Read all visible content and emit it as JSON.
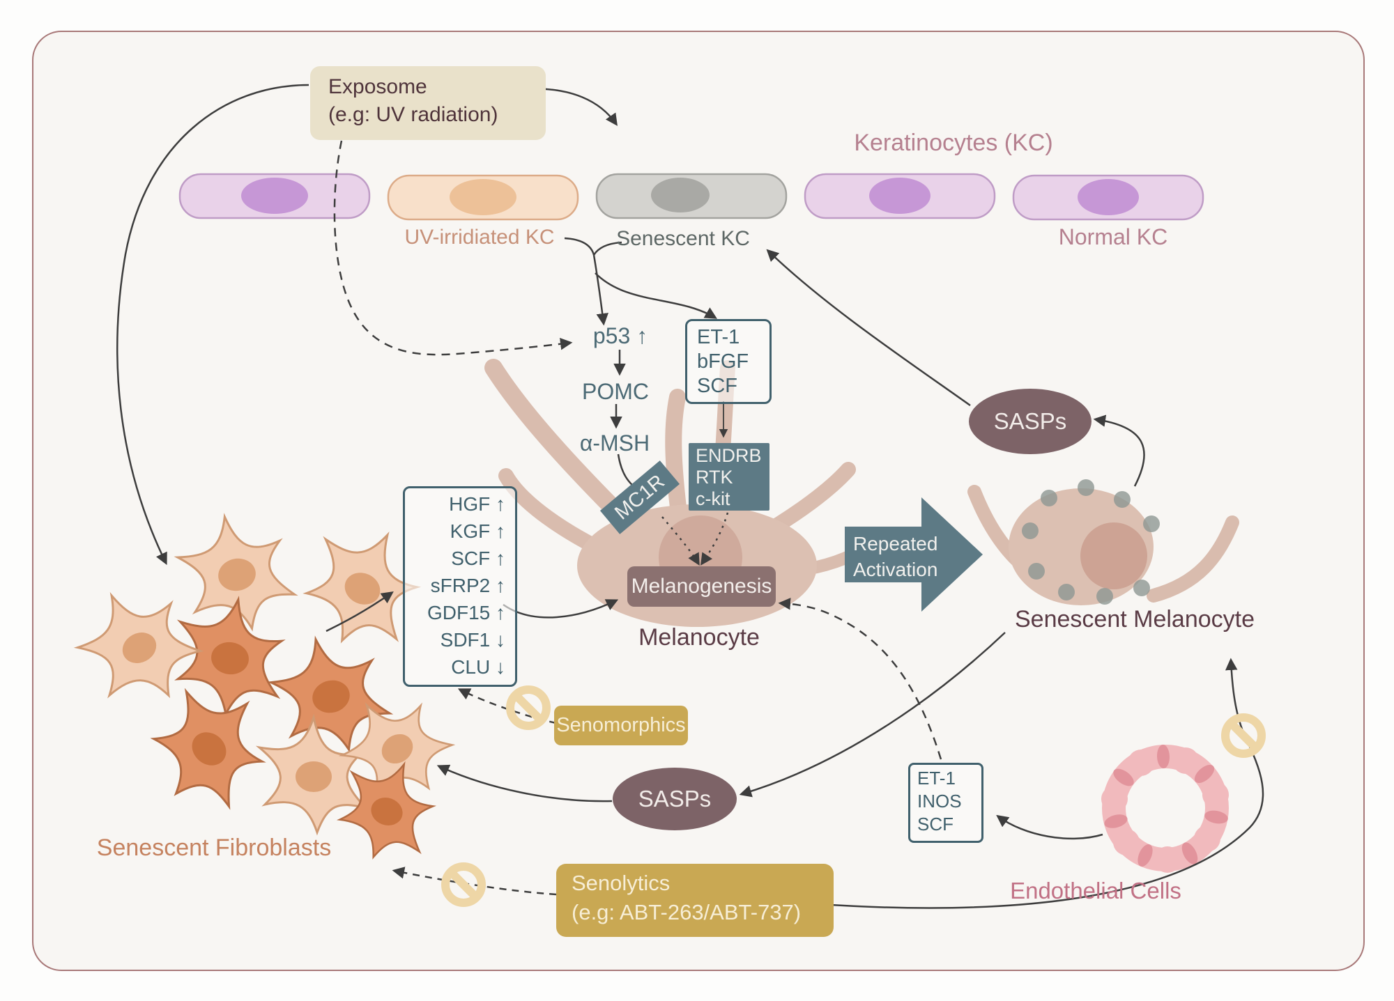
{
  "exposome": {
    "line1": "Exposome",
    "line2": "(e.g: UV radiation)"
  },
  "keratinocytes": {
    "title": "Keratinocytes (KC)",
    "uv_label": "UV-irridiated KC",
    "senescent_label": "Senescent KC",
    "normal_label": "Normal KC"
  },
  "pathway": {
    "p53": "p53 ↑",
    "pomc": "POMC",
    "amsh": "α-MSH",
    "mc1r": "MC1R",
    "kc_factors": [
      "ET-1",
      "bFGF",
      "SCF"
    ],
    "receptors": [
      "ENDRB",
      "RTK",
      "c-kit"
    ],
    "melanogenesis": "Melanogenesis",
    "melanocyte_label": "Melanocyte"
  },
  "fibroblast_factors": [
    "HGF ↑",
    "KGF ↑",
    "SCF ↑",
    "sFRP2 ↑",
    "GDF15 ↑",
    "SDF1 ↓",
    "CLU ↓"
  ],
  "repeated_activation": {
    "line1": "Repeated",
    "line2": "Activation"
  },
  "sasps_top": "SASPs",
  "sasps_bottom": "SASPs",
  "senescent_melanocyte_label": "Senescent Melanocyte",
  "senescent_fibroblasts_label": "Senescent Fibroblasts",
  "therapies": {
    "senomorphics": "Senomorphics",
    "senolytics_line1": "Senolytics",
    "senolytics_line2": "(e.g: ABT-263/ABT-737)"
  },
  "endothelial": {
    "factors": [
      "ET-1",
      "INOS",
      "SCF"
    ],
    "label": "Endothelial Cells"
  },
  "palette": {
    "background": "#f8f6f3",
    "frame_border": "#a87878",
    "teal_text": "#4c6a75",
    "teal_fill": "#5d7a85",
    "teal_outline": "#40606c",
    "mauve_oval": "#7d6367",
    "melanogenesis_fill": "#8b7170",
    "gold_box": "#c9a853",
    "cream_text": "#f7eed6",
    "beige_box": "#e9e1ca",
    "prohibition": "#eed6a6",
    "normal_kc_cell": "#e9d2e9",
    "uv_kc_cell": "#f8e0ca",
    "senescent_kc_cell": "#d4d3cf",
    "melanocyte_cell": "#dcc0b2",
    "fibroblast_light": "#f2cdb2",
    "fibroblast_dark": "#e09063",
    "endothelial_ring": "#f1babd",
    "arrow": "#3d3d3d"
  }
}
